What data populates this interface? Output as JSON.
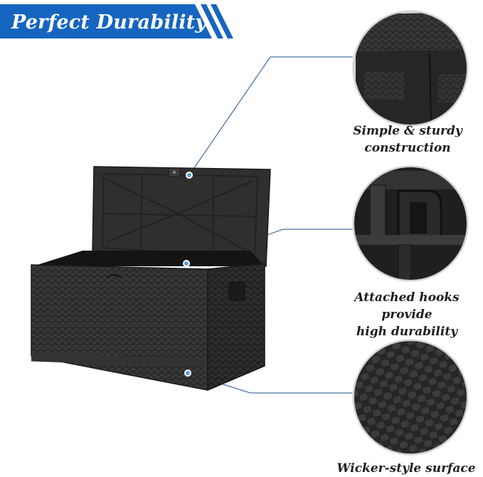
{
  "banner": {
    "title": "Perfect Durability",
    "color": "#1565c0"
  },
  "callouts": [
    {
      "id": "construction",
      "caption_line1": "Simple & sturdy",
      "caption_line2": "construction"
    },
    {
      "id": "hooks",
      "caption_line1": "Attached hooks provide",
      "caption_line2": "high durability"
    },
    {
      "id": "surface",
      "caption_line1": "Wicker-style surface"
    }
  ],
  "colors": {
    "accent": "#1565c0",
    "pointer_line": "#1e4f8a",
    "product": "#2b2b2b"
  }
}
